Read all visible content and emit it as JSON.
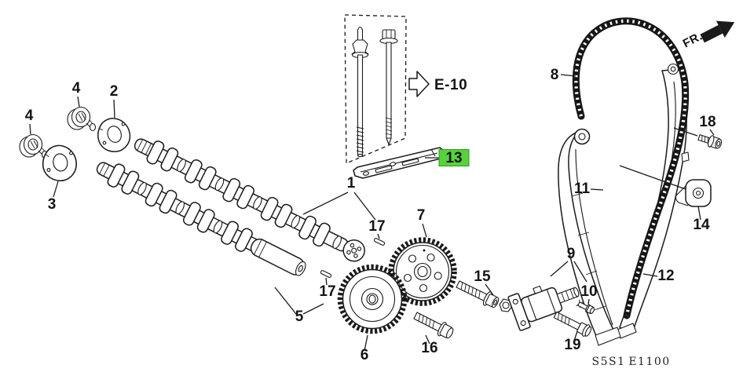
{
  "diagram": {
    "ref_callout": "E-10",
    "front_marker": "FR.",
    "code_left": "S5S1",
    "code_right": "E1100",
    "selected_part": "13",
    "colors": {
      "ink": "#1a1a1a",
      "paper": "#ffffff",
      "highlight": "#57d23c",
      "highlight_border": "#2d9a22"
    }
  },
  "labels": [
    {
      "text": "4"
    },
    {
      "text": "2"
    },
    {
      "text": "4"
    },
    {
      "text": "3"
    },
    {
      "text": "1"
    },
    {
      "text": "17"
    },
    {
      "text": "17"
    },
    {
      "text": "5"
    },
    {
      "text": "7"
    },
    {
      "text": "6"
    },
    {
      "text": "15"
    },
    {
      "text": "16"
    },
    {
      "text": "9"
    },
    {
      "text": "10"
    },
    {
      "text": "19"
    },
    {
      "text": "8"
    },
    {
      "text": "11"
    },
    {
      "text": "12"
    },
    {
      "text": "14"
    },
    {
      "text": "18"
    },
    {
      "text": "13"
    }
  ]
}
